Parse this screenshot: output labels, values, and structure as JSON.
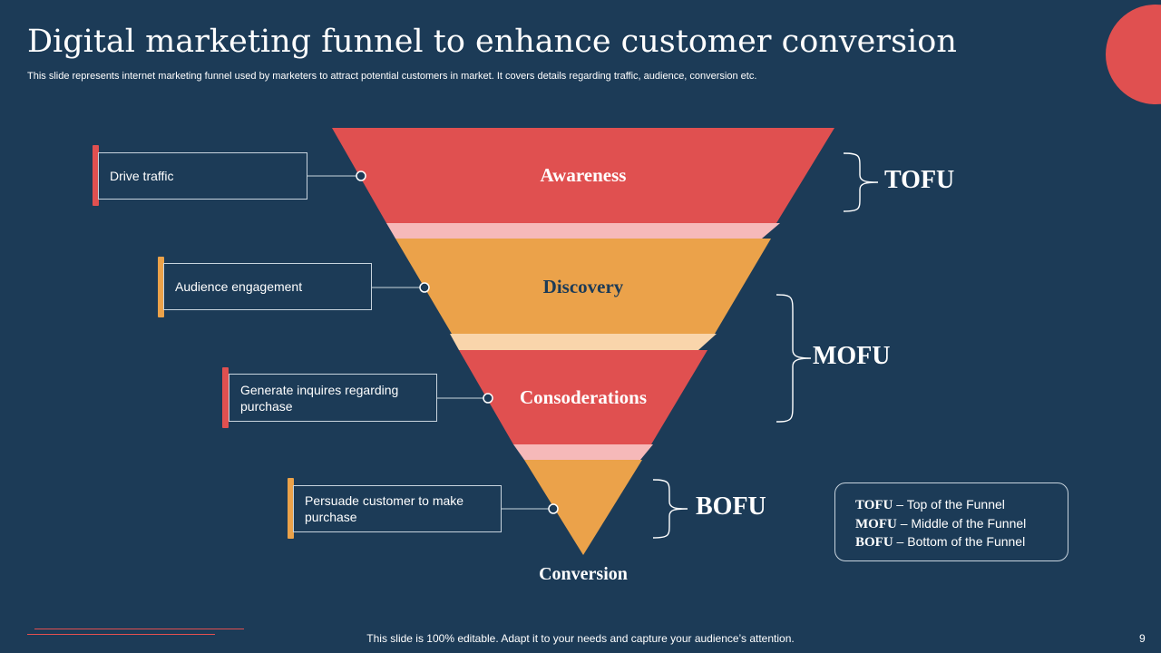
{
  "header": {
    "title": "Digital marketing funnel to enhance customer conversion",
    "subtitle": "This slide represents internet marketing funnel used by marketers to attract potential customers in market. It covers details regarding traffic, audience, conversion etc."
  },
  "funnel": {
    "stages": [
      {
        "label": "Awareness",
        "color": "#e05050",
        "text_color": "#ffffff"
      },
      {
        "label": "Discovery",
        "color": "#eba24a",
        "text_color": "#1c3b57"
      },
      {
        "label": "Consoderations",
        "color": "#e05050",
        "text_color": "#ffffff"
      }
    ],
    "tip_color": "#eba24a",
    "bottom_label": "Conversion",
    "band_colors": [
      "#f6b9b9",
      "#f9d5ab",
      "#f6b9b9"
    ]
  },
  "callouts": [
    {
      "text": "Drive traffic",
      "tab_color": "#e05050"
    },
    {
      "text": "Audience engagement",
      "tab_color": "#eba24a"
    },
    {
      "text": "Generate inquires regarding purchase",
      "tab_color": "#e05050"
    },
    {
      "text": "Persuade customer to make purchase",
      "tab_color": "#eba24a"
    }
  ],
  "groups": {
    "tofu": "TOFU",
    "mofu": "MOFU",
    "bofu": "BOFU"
  },
  "legend": {
    "rows": [
      {
        "abbr": "TOFU",
        "desc": " – Top of the Funnel"
      },
      {
        "abbr": "MOFU",
        "desc": " – Middle of the Funnel"
      },
      {
        "abbr": "BOFU",
        "desc": " – Bottom of the Funnel"
      }
    ]
  },
  "footer": {
    "note": "This slide is 100% editable. Adapt it to your needs and capture your audience’s attention.",
    "page_number": "9"
  }
}
